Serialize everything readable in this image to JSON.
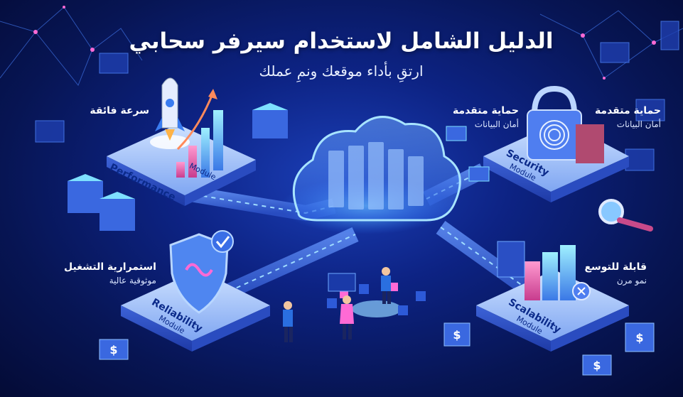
{
  "header": {
    "title": "الدليل الشامل لاستخدام سيرفر سحابي",
    "subtitle": "ارتقِ بأداء موقعك ونمِ عملك"
  },
  "modules": {
    "performance": {
      "name": "Performance",
      "suffix": "Module",
      "label": "سرعة فائقة"
    },
    "security": {
      "name": "Security",
      "suffix": "Module",
      "label": "حماية متقدمة",
      "sublabel": "أمان البيانات"
    },
    "security_mini": {
      "label": "حماية متقدمة",
      "sublabel": "أمان البيانات"
    },
    "reliability": {
      "name": "Reliability",
      "suffix": "Module",
      "label": "استمرارية التشغيل",
      "sublabel": "موثوقية عالية"
    },
    "scalability": {
      "name": "Scalability",
      "suffix": "Module",
      "label": "قابلة للتوسع",
      "sublabel": "نمو مرن"
    }
  },
  "icons": [
    "rocket-icon",
    "bar-chart-icon",
    "padlock-icon",
    "fingerprint-icon",
    "shield-icon",
    "checkmark-icon",
    "magnifier-icon",
    "dollar-icon",
    "cloud-icon",
    "server-icon"
  ],
  "colors": {
    "background": "#0a1f7a",
    "platform": "#a8c8ff",
    "glow": "#3fd0ff",
    "accent_bar": "#ff5fa8"
  }
}
